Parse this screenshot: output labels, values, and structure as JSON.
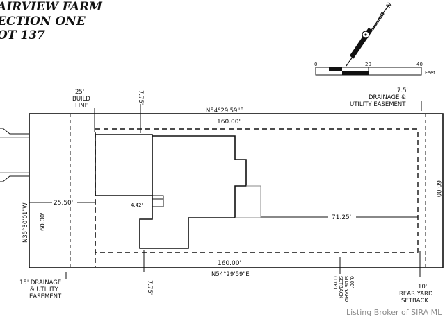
{
  "title": {
    "line1": "AIRVIEW FARM",
    "line2": "ECTION ONE",
    "line3": "OT 137"
  },
  "compass": {
    "north_label": "N"
  },
  "scale_bar": {
    "ticks": [
      "0",
      "20",
      "40"
    ],
    "unit": "Feet"
  },
  "labels": {
    "build_line_distance": "25'",
    "build_line_l1": "BUILD",
    "build_line_l2": "LINE",
    "top_side_dim": "7.75'",
    "bottom_side_dim": "7.75'",
    "easement_top_dist": "7.5'",
    "easement_top_l1": "DRAINAGE &",
    "easement_top_l2": "UTILITY EASEMENT",
    "easement_bottom_l1": "15' DRAINAGE",
    "easement_bottom_l2": "& UTILITY",
    "easement_bottom_l3": "EASEMENT",
    "top_bearing": "N54°29'59\"E",
    "top_length": "160.00'",
    "bottom_length": "160.00'",
    "bottom_bearing": "N54°29'59\"E",
    "left_bearing": "N35°30'01\"W",
    "left_width": "60.00'",
    "right_width": "60.00'",
    "front_setback_dim": "25.50'",
    "small_dim": "4.42'",
    "rear_dim": "71.25'",
    "side_yard_l1": "6.00'",
    "side_yard_l2": "SIDE YARD",
    "side_yard_l3": "SETBACK",
    "side_yard_l4": "(TYP.)",
    "rear_yard_dist": "10'",
    "rear_yard_l1": "REAR YARD",
    "rear_yard_l2": "SETBACK"
  },
  "watermark": "Listing Broker of SIRA ML"
}
